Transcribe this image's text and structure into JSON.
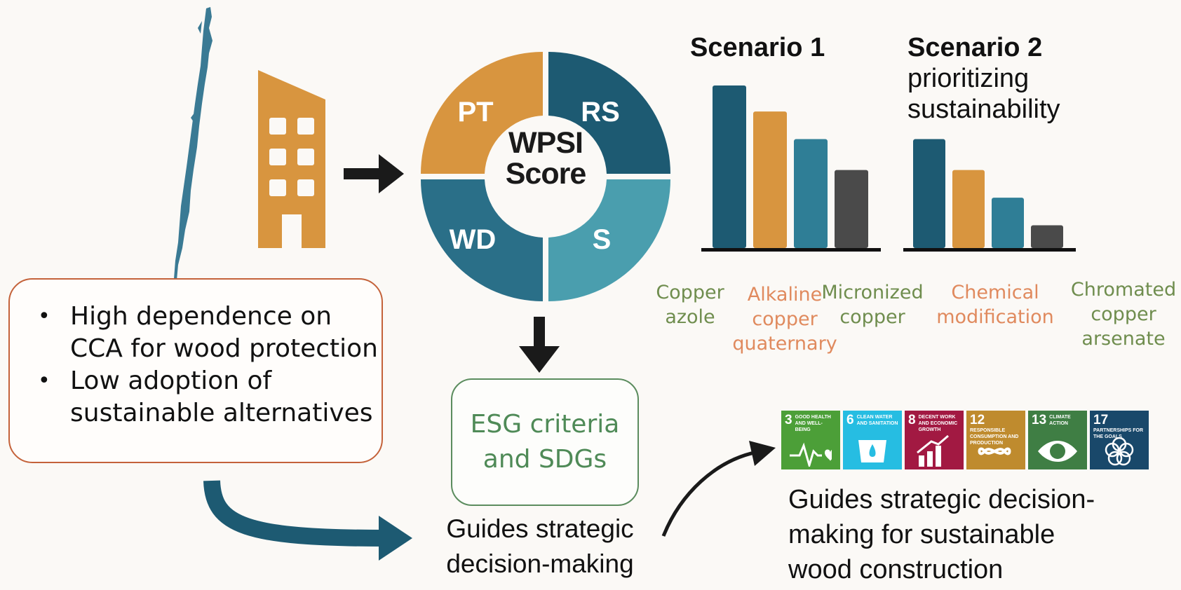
{
  "colors": {
    "orange": "#d8953f",
    "teal_dark": "#1d5a72",
    "teal_mid": "#2f7e96",
    "teal_light": "#4a9eae",
    "gray_bar": "#4a4a4a",
    "problem_border": "#c4623a",
    "esg_border": "#5b8c5e",
    "green_text": "#6f8d4e",
    "salmon_text": "#e08a5e",
    "map_blue": "#3a7a94"
  },
  "icons": [
    "chile-map-icon",
    "building-icon",
    "arrow-right-icon",
    "arrow-down-icon",
    "curved-arrow-icon"
  ],
  "wheel": {
    "center": [
      "WPSI",
      "Score"
    ],
    "segments": [
      "PT",
      "RS",
      "WD",
      "S"
    ]
  },
  "scenarios": {
    "s1_title": "Scenario 1",
    "s2_title": "Scenario 2",
    "s2_subtitle": [
      "prioritizing",
      "sustainability"
    ]
  },
  "chart_data": [
    {
      "type": "bar",
      "title": "Scenario 1",
      "categories": [
        "",
        "",
        "",
        ""
      ],
      "values": [
        100,
        84,
        67,
        48
      ],
      "ylim": [
        0,
        100
      ],
      "colors": [
        "#1d5a72",
        "#d8953f",
        "#2f7e96",
        "#4a4a4a"
      ]
    },
    {
      "type": "bar",
      "title": "Scenario 2 prioritizing sustainability",
      "categories": [
        "",
        "",
        "",
        ""
      ],
      "values": [
        67,
        48,
        31,
        14
      ],
      "ylim": [
        0,
        100
      ],
      "colors": [
        "#1d5a72",
        "#d8953f",
        "#2f7e96",
        "#4a4a4a"
      ]
    }
  ],
  "alternatives": [
    {
      "label": "Copper\nazole",
      "color": "#6f8d4e"
    },
    {
      "label": "Alkaline\ncopper\nquaternary",
      "color": "#e08a5e"
    },
    {
      "label": "Micronized\ncopper",
      "color": "#6f8d4e"
    },
    {
      "label": "Chemical\nmodification",
      "color": "#e08a5e"
    },
    {
      "label": "Chromated\ncopper\narsenate",
      "color": "#6f8d4e"
    }
  ],
  "problem": {
    "bullets": [
      "High dependence on CCA for wood protection",
      "Low adoption of sustainable alternatives"
    ]
  },
  "esg": "ESG criteria\nand SDGs",
  "guides_mid": "Guides strategic\ndecision-making",
  "guides_right": "Guides strategic decision-\nmaking for sustainable\nwood construction",
  "sdgs": [
    {
      "num": "3",
      "title": "Good health and well-being",
      "color": "#4c9f38",
      "icon": "heartbeat-icon"
    },
    {
      "num": "6",
      "title": "Clean water and sanitation",
      "color": "#26bde2",
      "icon": "water-drop-icon"
    },
    {
      "num": "8",
      "title": "Decent work and economic growth",
      "color": "#a21942",
      "icon": "growth-chart-icon"
    },
    {
      "num": "12",
      "title": "Responsible consumption and production",
      "color": "#bf8b2e",
      "icon": "infinity-icon"
    },
    {
      "num": "13",
      "title": "Climate action",
      "color": "#3f7e44",
      "icon": "eye-globe-icon"
    },
    {
      "num": "17",
      "title": "Partnerships for the goals",
      "color": "#19486a",
      "icon": "partnership-flower-icon"
    }
  ]
}
